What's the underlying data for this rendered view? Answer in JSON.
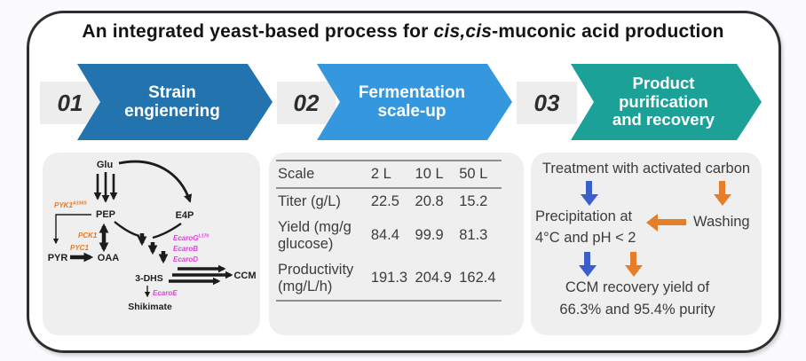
{
  "title": {
    "part1": "An integrated yeast-based process for ",
    "part2_italic": "cis,cis",
    "part3": "-muconic acid production"
  },
  "steps": [
    {
      "number": "01",
      "label": "Strain\nengienering",
      "color": "#2273AE"
    },
    {
      "number": "02",
      "label": "Fermentation\nscale-up",
      "color": "#3598DE"
    },
    {
      "number": "03",
      "label": "Product\npurification\nand recovery",
      "color": "#1CA198"
    }
  ],
  "pathway": {
    "nodes": {
      "glu": "Glu",
      "pep": "PEP",
      "e4p": "E4P",
      "pyr": "PYR",
      "oaa": "OAA",
      "dhs": "3-DHS",
      "ccm": "CCM",
      "shikimate": "Shikimate"
    },
    "genes": {
      "pyk1_base": "PYK1",
      "pyk1_sup": "A336S",
      "pck1": "PCK1",
      "pyc1": "PYC1",
      "aroG_base": "EcaroG",
      "aroG_sup": "L170",
      "aroB": "EcaroB",
      "aroD": "EcaroD",
      "aroE": "EcaroE"
    },
    "gene_colors": {
      "orange": "#E87820",
      "magenta": "#DE3FDE"
    }
  },
  "table": {
    "header": {
      "label": "Scale",
      "values": [
        "2 L",
        "10 L",
        "50 L"
      ]
    },
    "rows": [
      {
        "label": "Titer (g/L)",
        "values": [
          "22.5",
          "20.8",
          "15.2"
        ]
      },
      {
        "label": "Yield (mg/g glucose)",
        "values": [
          "84.4",
          "99.9",
          "81.3"
        ]
      },
      {
        "label": "Productivity (mg/L/h)",
        "values": [
          "191.3",
          "204.9",
          "162.4"
        ]
      }
    ]
  },
  "purification": {
    "step1": "Treatment with activated carbon",
    "step2_line1": "Precipitation at",
    "step2_line2": "4°C and pH < 2",
    "washing": "Washing",
    "result_line1": "CCM recovery yield of",
    "result_line2": "66.3% and 95.4% purity",
    "arrow_colors": {
      "blue": "#3A5FC8",
      "orange": "#E57E2A"
    }
  }
}
